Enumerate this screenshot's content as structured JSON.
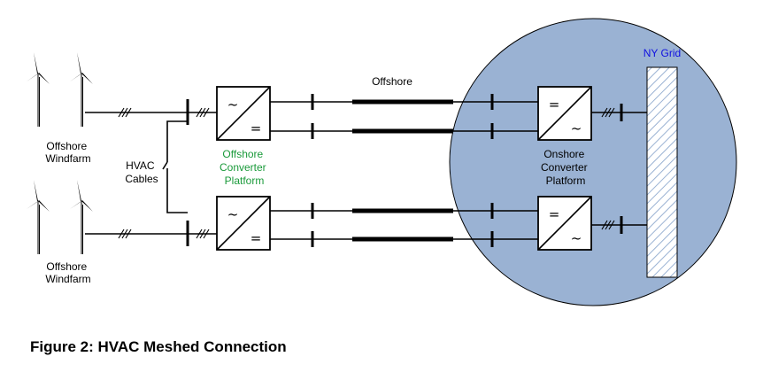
{
  "labels": {
    "windfarm_top": [
      "Offshore",
      "Windfarm"
    ],
    "windfarm_bottom": [
      "Offshore",
      "Windfarm"
    ],
    "hvac_cables": [
      "HVAC",
      "Cables"
    ],
    "offshore_platform": [
      "Offshore",
      "Converter",
      "Platform"
    ],
    "offshore_cable": "Offshore",
    "onshore_platform": [
      "Onshore",
      "Converter",
      "Platform"
    ],
    "grid": "NY Grid"
  },
  "symbols": {
    "ac": "~",
    "dc": "="
  },
  "caption": "Figure 2: HVAC Meshed Connection",
  "colors": {
    "onshore_circle": "#9ab2d3",
    "offshore_platform_text": "#1a9a3a",
    "grid_text": "#1010e0"
  }
}
